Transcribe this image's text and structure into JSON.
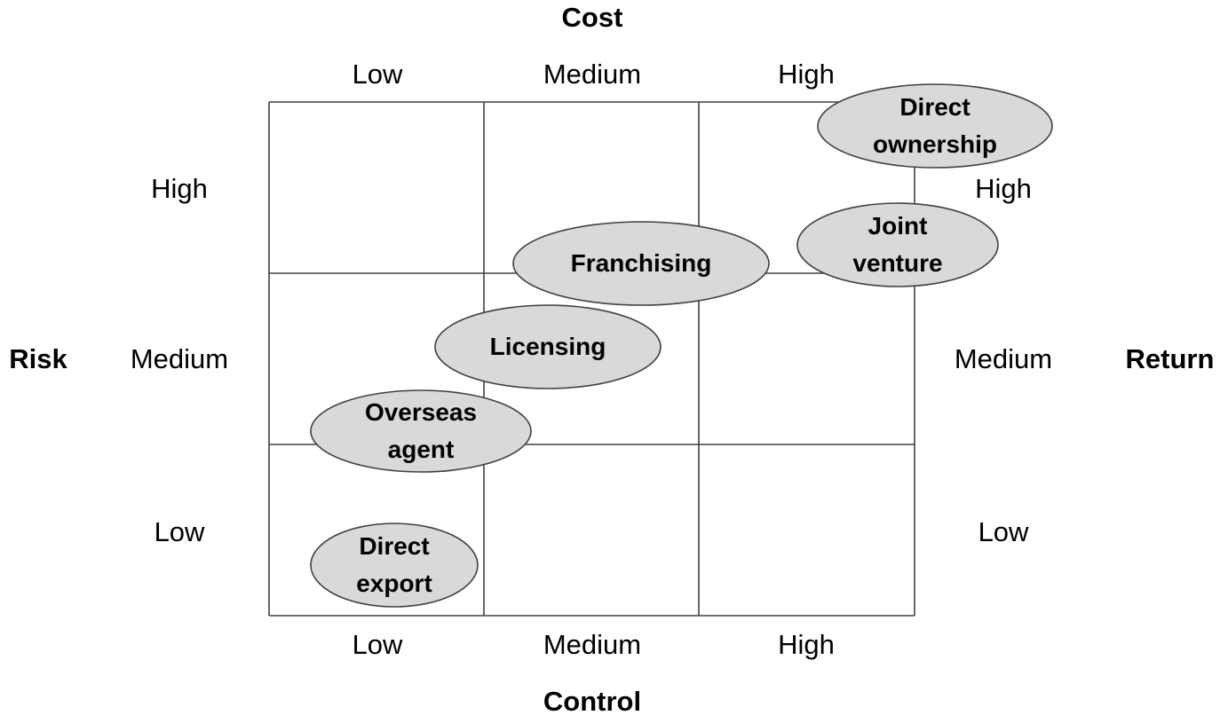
{
  "axes": {
    "top": {
      "title": "Cost",
      "ticks": [
        "Low",
        "Medium",
        "High"
      ]
    },
    "bottom": {
      "title": "Control",
      "ticks": [
        "Low",
        "Medium",
        "High"
      ]
    },
    "left": {
      "title": "Risk",
      "ticks": [
        "High",
        "Medium",
        "Low"
      ]
    },
    "right": {
      "title": "Return",
      "ticks": [
        "High",
        "Medium",
        "Low"
      ]
    }
  },
  "nodes": [
    {
      "lines": [
        "Direct",
        "ownership"
      ]
    },
    {
      "lines": [
        "Joint",
        "venture"
      ]
    },
    {
      "lines": [
        "Franchising"
      ]
    },
    {
      "lines": [
        "Licensing"
      ]
    },
    {
      "lines": [
        "Overseas",
        "agent"
      ]
    },
    {
      "lines": [
        "Direct",
        "export"
      ]
    }
  ],
  "colors": {
    "node_fill": "#d9d9d9",
    "line": "#404040"
  }
}
